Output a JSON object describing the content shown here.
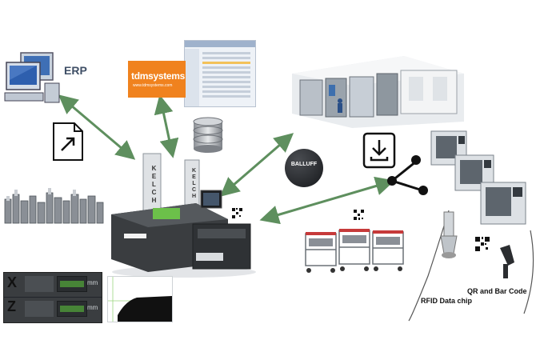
{
  "labels": {
    "erp": "ERP",
    "tdm_logo": "tdmsystems",
    "tdm_url": "www.tdmsystems.com",
    "machine_brand_1": "KELCH",
    "machine_brand_2": "KELCH",
    "balluff": "BALLUFF",
    "qr_barcode": "QR and Bar Code",
    "rfid": "RFID Data chip"
  },
  "readout": {
    "x_axis": "X",
    "z_axis": "Z",
    "unit": "mm"
  },
  "colors": {
    "arrow": "#5e8f5e",
    "tdm_orange": "#f0821e",
    "kelch_green": "#6cc04a",
    "machine_grey": "#3a3d40"
  }
}
